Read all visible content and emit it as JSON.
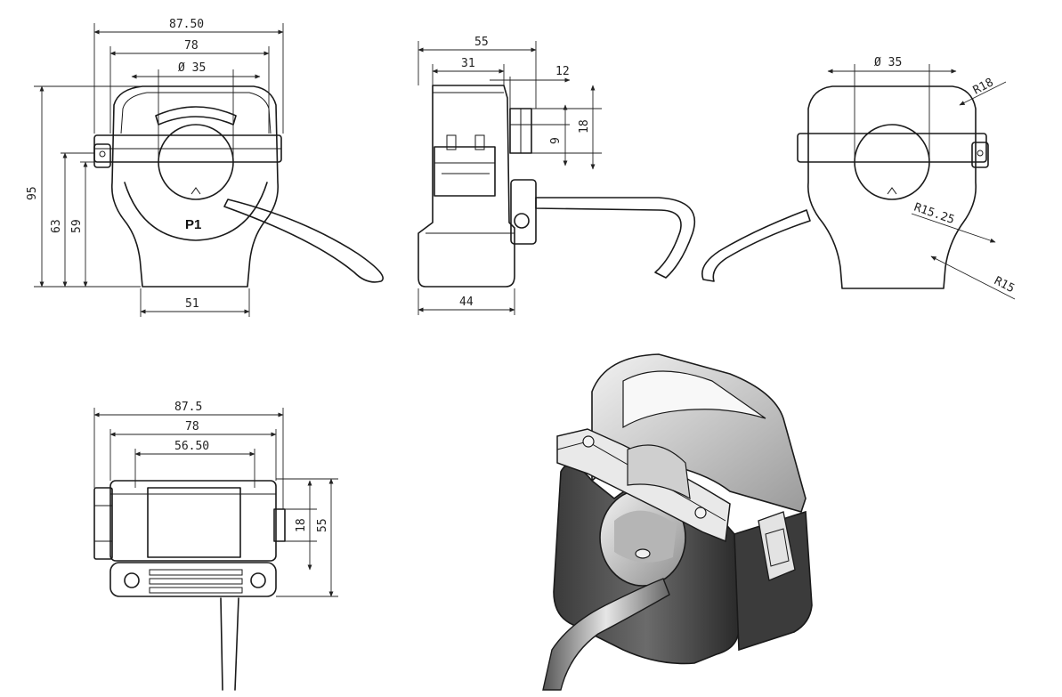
{
  "front_view": {
    "width_overall": "87.50",
    "width_body": "78",
    "aperture_diameter": "Ø 35",
    "height_overall": "95",
    "height_63": "63",
    "height_59": "59",
    "base_width": "51",
    "phase_label": "P1"
  },
  "side_view": {
    "depth_overall": "55",
    "depth_31": "31",
    "clip_width": "12",
    "clip_height_18": "18",
    "clip_height_9": "9",
    "base_depth": "44"
  },
  "rear_view": {
    "aperture_diameter": "Ø 35",
    "radius_top": "R18",
    "radius_mid": "R15.25",
    "radius_bottom": "R15"
  },
  "bottom_view": {
    "width_overall": "87.5",
    "width_body": "78",
    "width_inner": "56.50",
    "height_18": "18",
    "height_55": "55"
  }
}
